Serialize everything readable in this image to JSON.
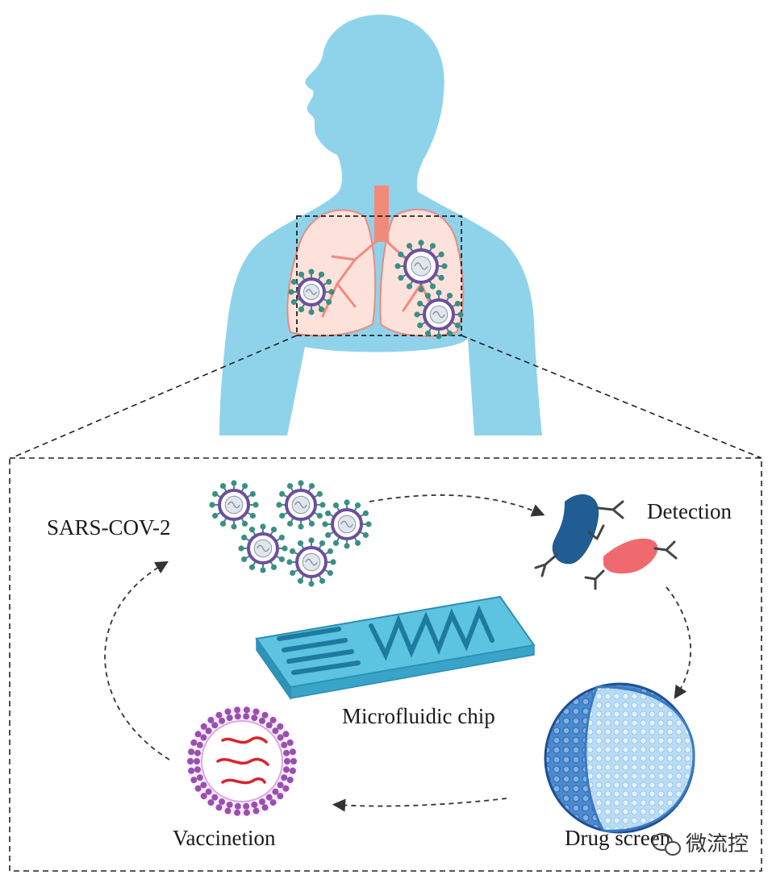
{
  "labels": {
    "virus": "SARS-COV-2",
    "detection": "Detection",
    "chip": "Microfluidic chip",
    "drug": "Drug screen",
    "vaccine": "Vaccinetion"
  },
  "watermark": {
    "text": "微流控",
    "icon": "wechat-icon"
  },
  "colors": {
    "body": "#8fd3ea",
    "lung_fill": "#fde2db",
    "lung_stroke": "#e98b82",
    "airway": "#f28a7c",
    "virus_core": "#6c4f9e",
    "virus_spike": "#3b8f86",
    "antibody_blue": "#1f5d92",
    "antibody_red": "#ee6a6e",
    "chip": "#5cc4e0",
    "liposome": "#9a4fb0",
    "drug_sphere": "#3a7ac4"
  }
}
